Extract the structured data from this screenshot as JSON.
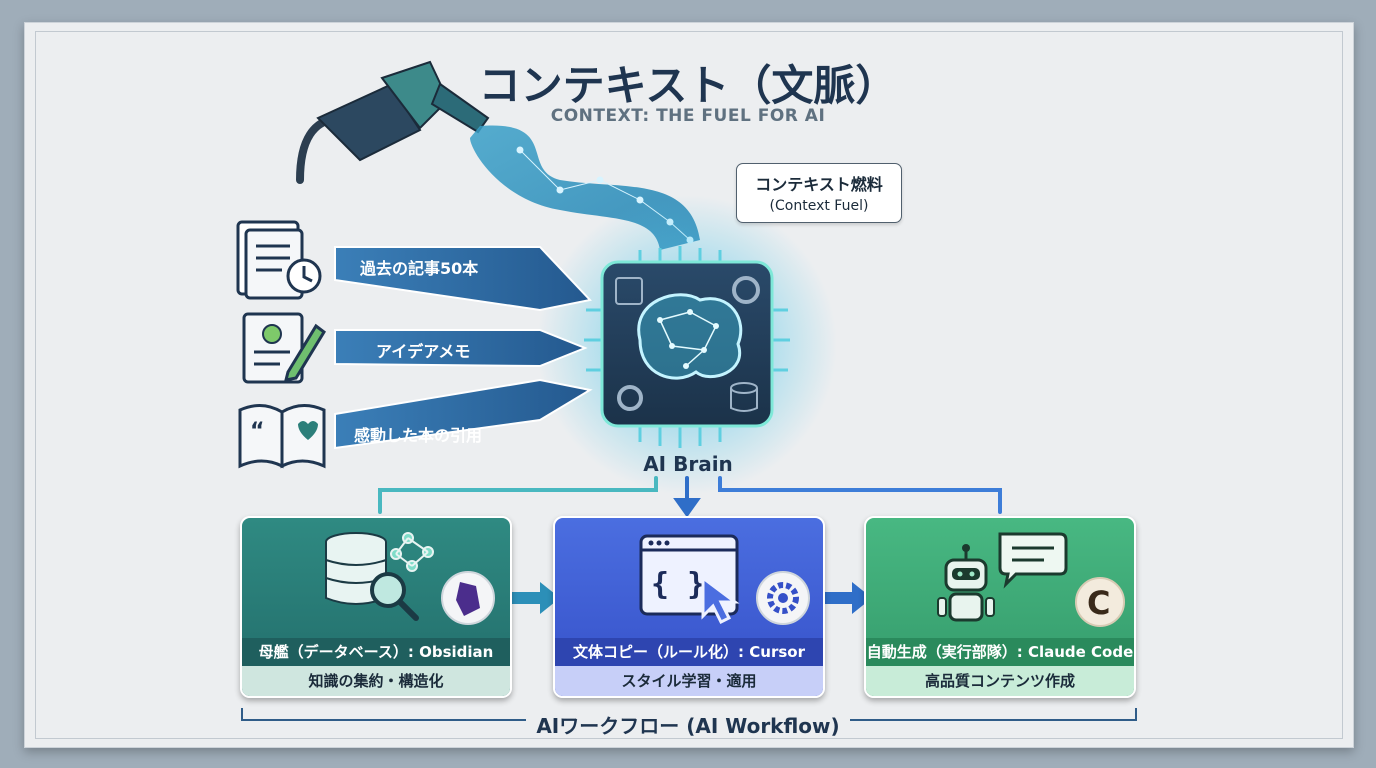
{
  "header": {
    "title": "コンテキスト（文脈）",
    "subtitle": "CONTEXT: THE FUEL FOR AI"
  },
  "fuel_bubble": {
    "line1": "コンテキスト燃料",
    "line2": "(Context Fuel)"
  },
  "inputs": [
    {
      "label": "過去の記事50本",
      "icon": "document-clock-icon"
    },
    {
      "label": "アイデアメモ",
      "icon": "notepad-pencil-icon"
    },
    {
      "label": "感動した本の引用",
      "icon": "open-book-icon"
    }
  ],
  "brain": {
    "label": "AI Brain",
    "icon": "brain-chip-icon"
  },
  "cards": [
    {
      "title": "母艦（データベース）: Obsidian",
      "caption": "知識の集約・構造化",
      "icon": "database-search-icon",
      "badge_icon": "obsidian-logo-icon"
    },
    {
      "title": "文体コピー（ルール化）: Cursor",
      "caption": "スタイル学習・適用",
      "icon": "code-window-cursor-icon",
      "badge_icon": "gear-icon"
    },
    {
      "title": "自動生成（実行部隊）: Claude Code",
      "caption": "高品質コンテンツ作成",
      "icon": "robot-chat-icon",
      "badge_icon": "claude-logo-icon"
    }
  ],
  "footer": {
    "workflow_label": "AIワークフロー (AI Workflow)"
  },
  "colors": {
    "title": "#1f3550",
    "arrow_blue": "#2f6a9e",
    "card1": "#2c7f7a",
    "card2": "#3f5fd6",
    "card3": "#3fae7a",
    "glow": "#4de0c8"
  }
}
